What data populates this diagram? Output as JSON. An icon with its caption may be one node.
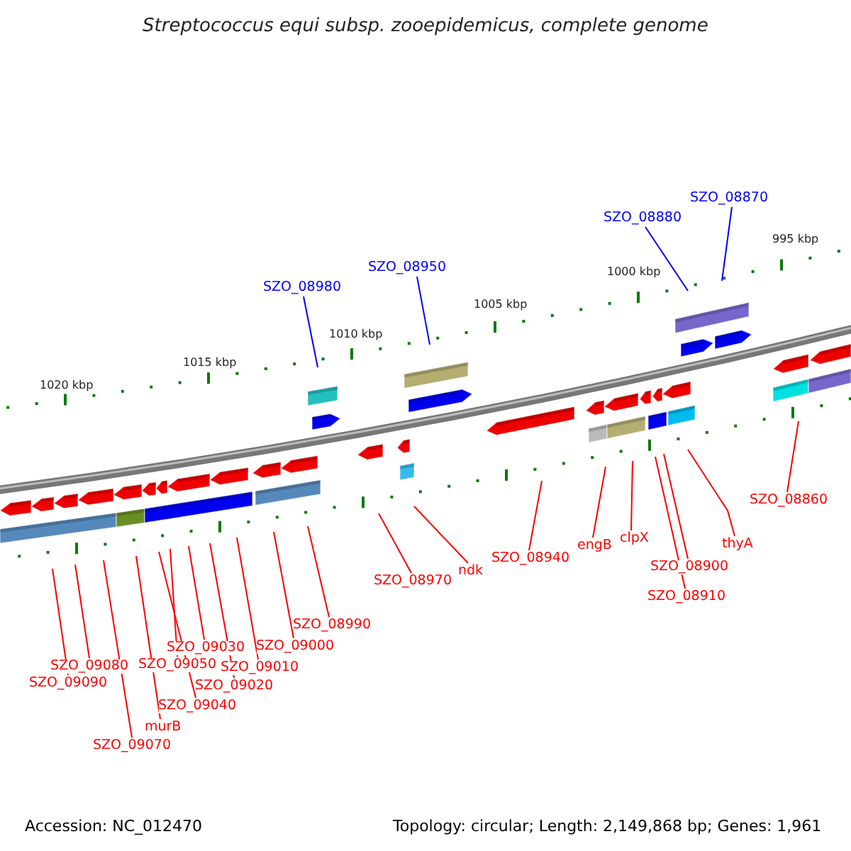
{
  "diagram": {
    "title": "Streptococcus equi subsp. zooepidemicus, complete genome",
    "nodes": [
      {
        "text": [
          "SZO_08870"
        ]
      },
      {
        "text": [
          "SZO_08880"
        ]
      },
      {
        "text": [
          "SZO_08950"
        ]
      },
      {
        "text": [
          "SZO_08980"
        ]
      },
      {
        "text": [
          "SZO_08860"
        ]
      },
      {
        "text": [
          "clpX"
        ]
      },
      {
        "text": [
          "thyA"
        ]
      },
      {
        "text": [
          "engB"
        ]
      },
      {
        "text": [
          "SZO_08940"
        ]
      },
      {
        "text": [
          "SZO_08900"
        ]
      },
      {
        "text": [
          "ndk"
        ]
      },
      {
        "text": [
          "SZO_08970"
        ]
      },
      {
        "text": [
          "SZO_08910"
        ]
      },
      {
        "text": [
          "SZO_08990"
        ]
      },
      {
        "text": [
          "SZO_09000"
        ]
      },
      {
        "text": [
          "SZO_09030"
        ]
      },
      {
        "text": [
          "SZO_09080"
        ]
      },
      {
        "text": [
          "SZO_09050"
        ]
      },
      {
        "text": [
          "SZO_09010"
        ]
      },
      {
        "text": [
          "SZO_09090"
        ]
      },
      {
        "text": [
          "SZO_09020"
        ]
      },
      {
        "text": [
          "SZO_09040"
        ]
      },
      {
        "text": [
          "murB"
        ]
      },
      {
        "text": [
          "SZO_09070"
        ]
      }
    ],
    "edges": [
      {
        "from": 0,
        "to": null,
        "arrow": "none",
        "color": "#0000ff"
      },
      {
        "from": 1,
        "to": null,
        "arrow": "none",
        "color": "#0000ff"
      },
      {
        "from": 2,
        "to": null,
        "arrow": "none",
        "color": "#0000ff"
      },
      {
        "from": 3,
        "to": null,
        "arrow": "none",
        "color": "#0000ff"
      },
      {
        "from": 4,
        "to": null,
        "arrow": "none"
      },
      {
        "from": 5,
        "to": null,
        "arrow": "none"
      },
      {
        "from": 6,
        "to": null,
        "arrow": "none"
      },
      {
        "from": 7,
        "to": null,
        "arrow": "none"
      },
      {
        "from": 8,
        "to": null,
        "arrow": "none"
      },
      {
        "from": 9,
        "to": null,
        "arrow": "none"
      },
      {
        "from": 10,
        "to": null,
        "arrow": "none"
      },
      {
        "from": 11,
        "to": null,
        "arrow": "none"
      },
      {
        "from": 12,
        "to": null,
        "arrow": "none"
      },
      {
        "from": 13,
        "to": null,
        "arrow": "none"
      },
      {
        "from": 14,
        "to": null,
        "arrow": "none"
      },
      {
        "from": 15,
        "to": null,
        "arrow": "none"
      },
      {
        "from": 16,
        "to": null,
        "arrow": "none"
      },
      {
        "from": 17,
        "to": null,
        "arrow": "none"
      },
      {
        "from": 18,
        "to": null,
        "arrow": "none"
      },
      {
        "from": 19,
        "to": null,
        "arrow": "none"
      },
      {
        "from": 20,
        "to": null,
        "arrow": "none"
      },
      {
        "from": 21,
        "to": null,
        "arrow": "none"
      },
      {
        "from": 22,
        "to": null,
        "arrow": "none"
      },
      {
        "from": 23,
        "to": null,
        "arrow": "none"
      }
    ],
    "labels": [
      "995 kbp",
      "1000 kbp",
      "1005 kbp",
      "1010 kbp",
      "1015 kbp",
      "1020 kbp",
      "Accession: NC_012470",
      "Topology: circular; Length: 2,149,868 bp; Genes: 1,961"
    ]
  }
}
